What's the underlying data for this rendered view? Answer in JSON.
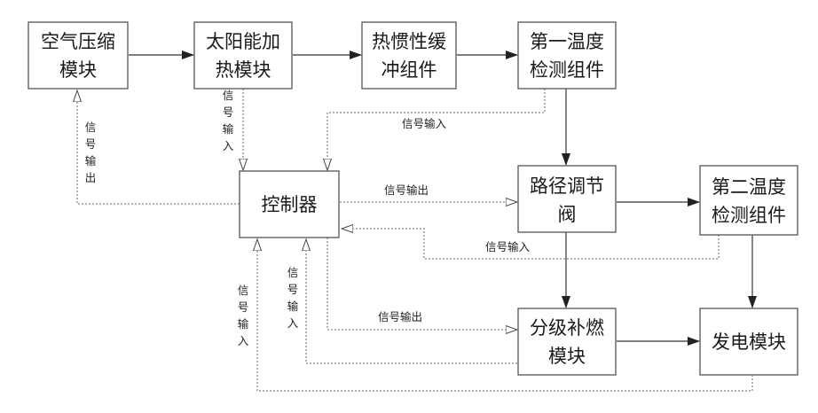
{
  "nodes": {
    "air_compression": [
      "空气压缩",
      "模块"
    ],
    "solar_heating": [
      "太阳能加",
      "热模块"
    ],
    "thermal_buffer": [
      "热惯性缓",
      "冲组件"
    ],
    "temp_sensor_1": [
      "第一温度",
      "检测组件"
    ],
    "controller": [
      "控制器"
    ],
    "path_valve": [
      "路径调节",
      "阀"
    ],
    "temp_sensor_2": [
      "第二温度",
      "检测组件"
    ],
    "staged_combustion": [
      "分级补燃",
      "模块"
    ],
    "power_generation": [
      "发电模块"
    ]
  },
  "labels": {
    "signal_output": "信号输出",
    "signal_input": "信号输入"
  }
}
